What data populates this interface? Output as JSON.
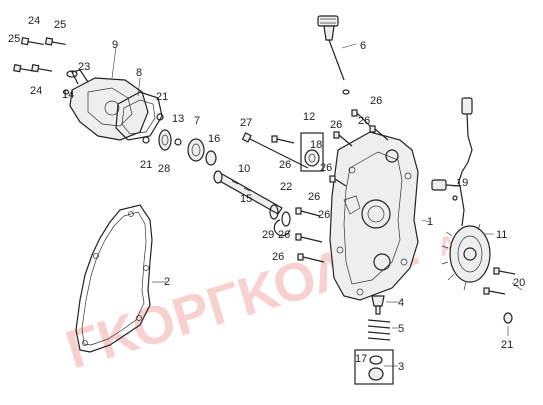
{
  "watermark": {
    "text": "ΓΚΟΡΓΚΟΛΗΣ",
    "suffix": "Α.Ε.",
    "color": "#e32a2a"
  },
  "callouts": {
    "c1": "1",
    "c2": "2",
    "c3": "3",
    "c4": "4",
    "c5": "5",
    "c6": "6",
    "c7": "7",
    "c8": "8",
    "c9": "9",
    "c10": "10",
    "c11": "11",
    "c12": "12",
    "c13": "13",
    "c14": "14",
    "c15": "15",
    "c16": "16",
    "c17": "17",
    "c18": "18",
    "c19": "19",
    "c20": "20",
    "c21": "21",
    "c22": "22",
    "c23": "23",
    "c24": "24",
    "c25": "25",
    "c26": "26",
    "c27": "27",
    "c28": "28",
    "c29": "29"
  }
}
